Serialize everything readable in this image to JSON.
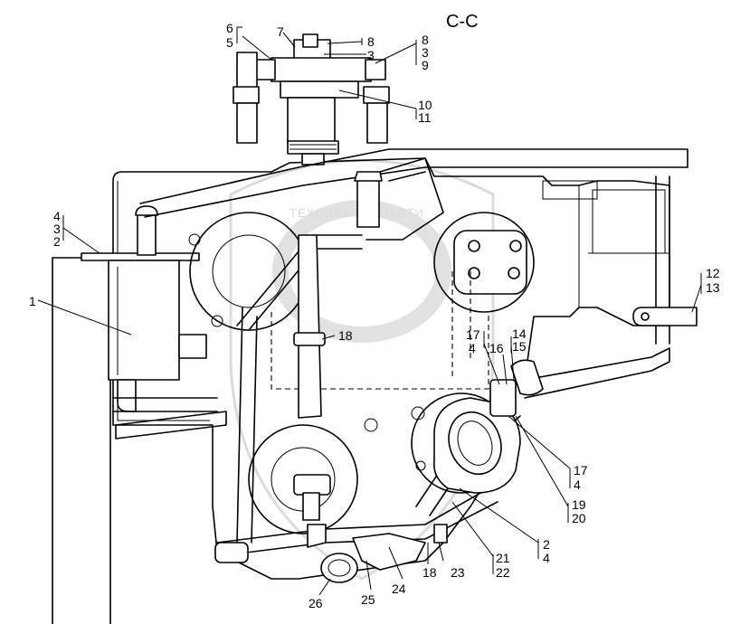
{
  "section_title": "C-C",
  "watermark": "ТЕХНИКА ЗАПЧАСТИ",
  "callouts": {
    "c1": "1",
    "c2a": "2",
    "c3a": "3",
    "c4a": "4",
    "c5": "5",
    "c6": "6",
    "c7": "7",
    "c8a": "8",
    "c3b": "3",
    "c8b": "8",
    "c3c": "3",
    "c9": "9",
    "c10": "10",
    "c11": "11",
    "c12": "12",
    "c13": "13",
    "c14": "14",
    "c15": "15",
    "c16": "16",
    "c17a": "17",
    "c4b": "4",
    "c18a": "18",
    "c17b": "17",
    "c4c": "4",
    "c19": "19",
    "c20": "20",
    "c2b": "2",
    "c4d": "4",
    "c21": "21",
    "c22": "22",
    "c18b": "18",
    "c23": "23",
    "c24": "24",
    "c25": "25",
    "c26": "26"
  }
}
